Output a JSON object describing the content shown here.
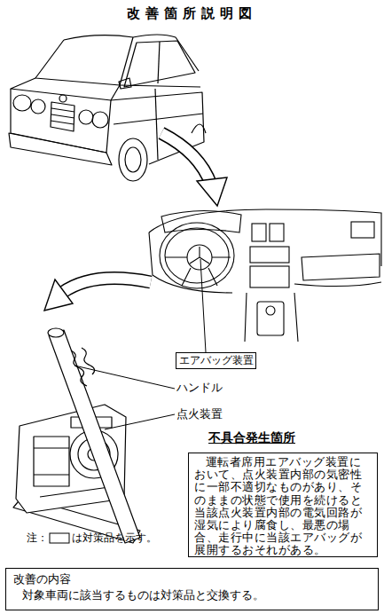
{
  "diagram": {
    "title": "改善箇所説明図",
    "nodes": [
      {
        "text": [
          "エアバッグ装置"
        ]
      },
      {
        "text": [
          "不具合発生箇所",
          "運転者席用エアバッグ装置において、点火装置内部の気密性に一部不適切なものがあり、そのままの状態で使用を続けると当該点火装置内部の電気回路が湿気により腐食し、最悪の場合、走行中に当該エアバッグが展開するおそれがある。"
        ]
      },
      {
        "text": [
          "改善の内容",
          "対象車両に該当するものは対策品と交換する。"
        ]
      }
    ],
    "labels": [
      "ハンドル",
      "点火装置",
      "注：",
      "は対策品を示す。"
    ]
  }
}
